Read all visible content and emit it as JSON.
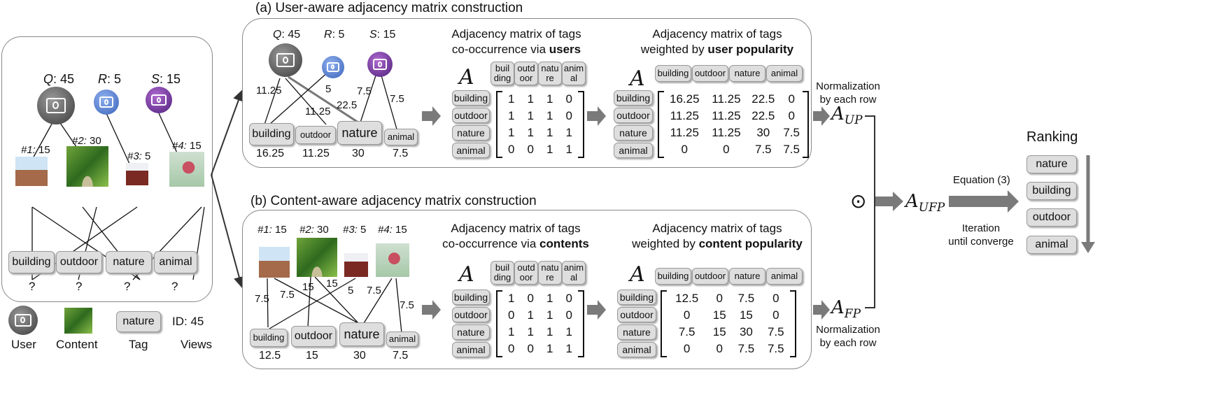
{
  "section_a_title": "(a) User-aware adjacency matrix construction",
  "section_b_title": "(b) Content-aware adjacency matrix construction",
  "users": [
    {
      "letter": "Q",
      "views": "45",
      "color": "#5a5a5a"
    },
    {
      "letter": "R",
      "views": "5",
      "color": "#4a78c8"
    },
    {
      "letter": "S",
      "views": "15",
      "color": "#6a3a9a"
    }
  ],
  "contents": [
    {
      "id": "#1:",
      "views": "15"
    },
    {
      "id": "#2:",
      "views": "30"
    },
    {
      "id": "#3:",
      "views": "5"
    },
    {
      "id": "#4:",
      "views": "15"
    }
  ],
  "tags": [
    "building",
    "outdoor",
    "nature",
    "animal"
  ],
  "tags_split": [
    "buil ding",
    "outd oor",
    "natu re",
    "anim al"
  ],
  "unknown": "?",
  "legend": {
    "user": "User",
    "content": "Content",
    "tag_example": "nature",
    "tag": "Tag",
    "id_example": "ID: 45",
    "views": "Views"
  },
  "panel_a": {
    "edge_labels": [
      "11.25",
      "5",
      "11.25",
      "22.5",
      "7.5",
      "7.5"
    ],
    "tag_scores": [
      "16.25",
      "11.25",
      "30",
      "7.5"
    ],
    "matrix1_title_line1": "Adjacency matrix of tags",
    "matrix1_title_line2": "co-occurrence via",
    "matrix1_title_bold": "users",
    "matrix2_title_line1": "Adjacency matrix of tags",
    "matrix2_title_line2": "weighted by",
    "matrix2_title_bold": "user popularity",
    "matrix_symbol": "A",
    "binary_matrix": [
      [
        "1",
        "1",
        "1",
        "0"
      ],
      [
        "1",
        "1",
        "1",
        "0"
      ],
      [
        "1",
        "1",
        "1",
        "1"
      ],
      [
        "0",
        "0",
        "1",
        "1"
      ]
    ],
    "weighted_matrix": [
      [
        "16.25",
        "11.25",
        "22.5",
        "0"
      ],
      [
        "11.25",
        "11.25",
        "22.5",
        "0"
      ],
      [
        "11.25",
        "11.25",
        "30",
        "7.5"
      ],
      [
        "0",
        "0",
        "7.5",
        "7.5"
      ]
    ],
    "norm_line1": "Normalization",
    "norm_line2": "by each row",
    "result_base": "A",
    "result_sub": "UP"
  },
  "panel_b": {
    "edge_labels": [
      "7.5",
      "7.5",
      "15",
      "15",
      "5",
      "7.5",
      "7.5"
    ],
    "tag_scores": [
      "12.5",
      "15",
      "30",
      "7.5"
    ],
    "matrix1_title_line1": "Adjacency matrix of tags",
    "matrix1_title_line2": "co-occurrence via",
    "matrix1_title_bold": "contents",
    "matrix2_title_line1": "Adjacency matrix of tags",
    "matrix2_title_line2": "weighted by",
    "matrix2_title_bold": "content popularity",
    "matrix_symbol": "A",
    "binary_matrix": [
      [
        "1",
        "0",
        "1",
        "0"
      ],
      [
        "0",
        "1",
        "1",
        "0"
      ],
      [
        "1",
        "1",
        "1",
        "1"
      ],
      [
        "0",
        "0",
        "1",
        "1"
      ]
    ],
    "weighted_matrix": [
      [
        "12.5",
        "0",
        "7.5",
        "0"
      ],
      [
        "0",
        "15",
        "15",
        "0"
      ],
      [
        "7.5",
        "15",
        "30",
        "7.5"
      ],
      [
        "0",
        "0",
        "7.5",
        "7.5"
      ]
    ],
    "norm_line1": "Normalization",
    "norm_line2": "by each row",
    "result_base": "A",
    "result_sub": "FP"
  },
  "combine_symbol": "⊙",
  "combined_base": "A",
  "combined_sub": "UFP",
  "equation_label": "Equation (3)",
  "iteration_line1": "Iteration",
  "iteration_line2": "until converge",
  "ranking_title": "Ranking",
  "ranking": [
    "nature",
    "building",
    "outdoor",
    "animal"
  ],
  "colors": {
    "tag_bg": "#dedede",
    "arrow": "#7a7a7a",
    "panel_border": "#888888"
  }
}
